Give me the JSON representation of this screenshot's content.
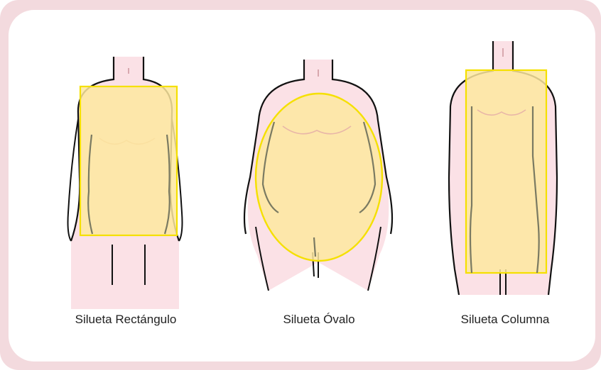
{
  "figures": [
    {
      "id": "rectangulo",
      "caption": "Silueta Rectángulo",
      "overlay_shape": "rectangle"
    },
    {
      "id": "ovalo",
      "caption": "Silueta Óvalo",
      "overlay_shape": "ellipse"
    },
    {
      "id": "columna",
      "caption": "Silueta Columna",
      "overlay_shape": "rectangle"
    }
  ],
  "colors": {
    "frame": "#f3dade",
    "card": "#ffffff",
    "skin": "#fbe1e6",
    "outline": "#111111",
    "overlay_fill": "#fde79f",
    "overlay_stroke": "#f5e000",
    "waist_line": "#7a7a62",
    "chest_line": "#e8b6a8"
  }
}
